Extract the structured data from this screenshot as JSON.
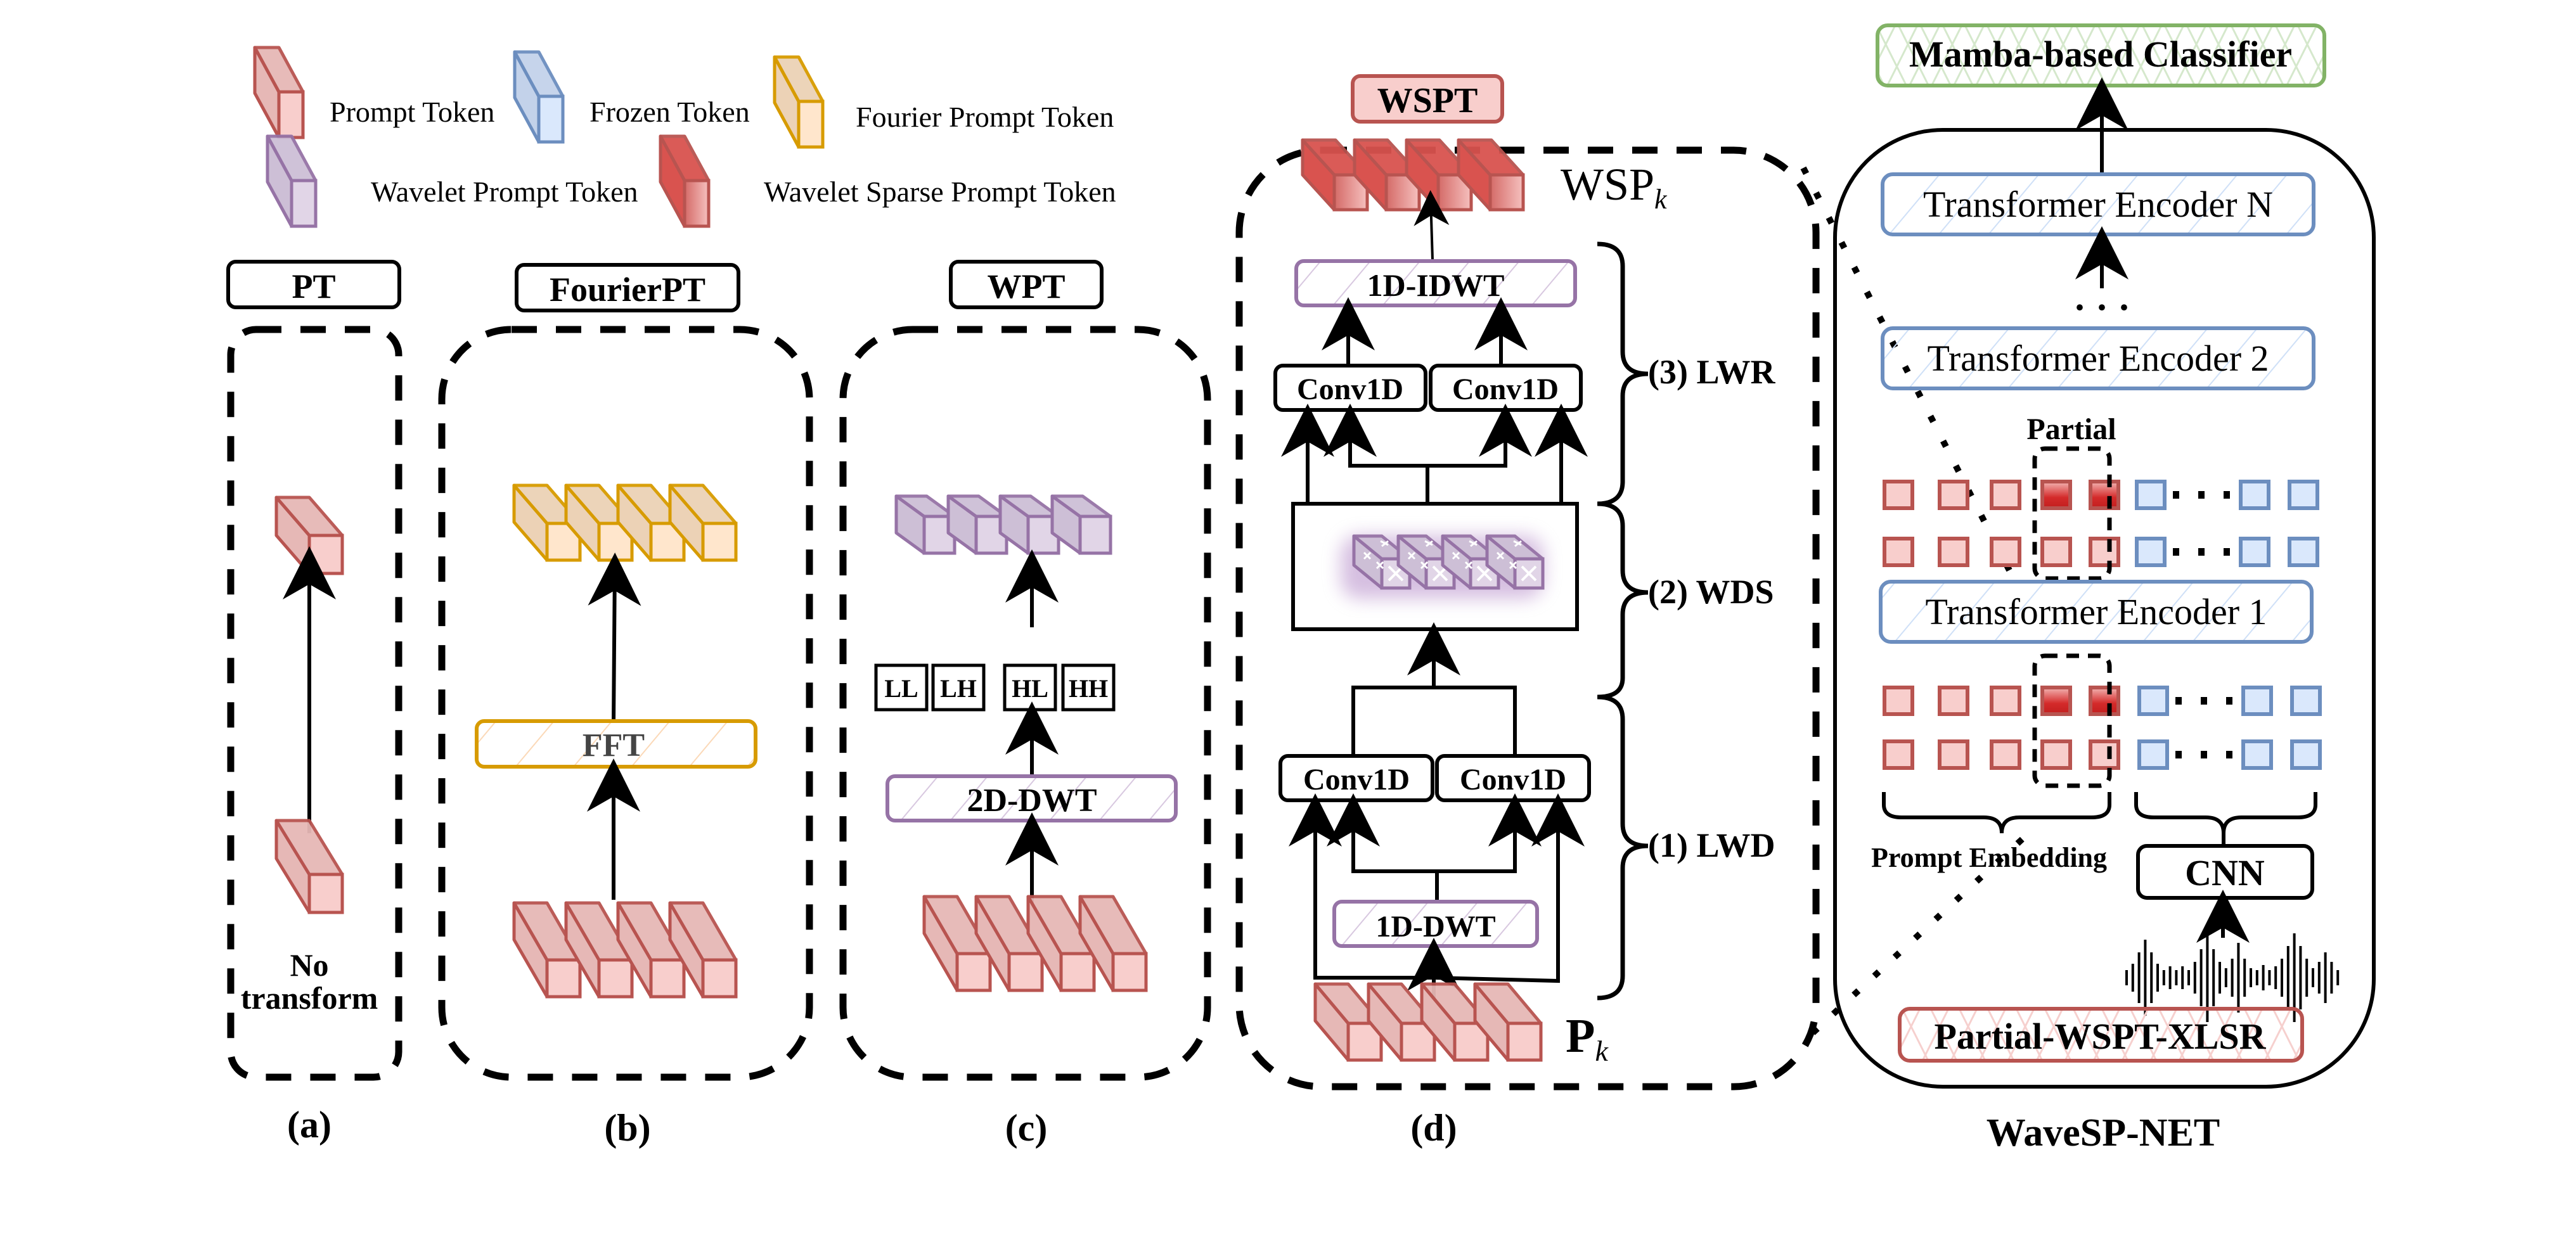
{
  "legend": {
    "items": [
      {
        "label": "Prompt Token",
        "kind": "prompt"
      },
      {
        "label": "Frozen Token",
        "kind": "frozen"
      },
      {
        "label": "Fourier Prompt Token",
        "kind": "fourier"
      },
      {
        "label": "Wavelet Prompt Token",
        "kind": "wavelet"
      },
      {
        "label": "Wavelet Sparse Prompt Token",
        "kind": "sparse"
      }
    ]
  },
  "colors": {
    "prompt_stroke": "#b85450",
    "prompt_fill": "#f8cecc",
    "prompt_side": "#e6b8b6",
    "frozen_stroke": "#6c8ebf",
    "frozen_fill": "#dae8fc",
    "frozen_side": "#c3d2ea",
    "fourier_stroke": "#d79b00",
    "fourier_fill": "#ffe6cc",
    "fourier_side": "#ecd2b6",
    "wavelet_stroke": "#9673a6",
    "wavelet_fill": "#e1d5e7",
    "wavelet_side": "#cdbfd6",
    "sparse_stroke": "#b85450",
    "sparse_fill": "#f2aaa8",
    "sparse_dark": "#d9534f",
    "classifier_stroke": "#82b366"
  },
  "panels": {
    "a": {
      "title": "PT",
      "caption": "(a)",
      "note_line1": "No",
      "note_line2": "transform"
    },
    "b": {
      "title": "FourierPT",
      "caption": "(b)",
      "op": "FFT"
    },
    "c": {
      "title": "WPT",
      "caption": "(c)",
      "op": "2D-DWT",
      "subbands": [
        "LL",
        "LH",
        "HL",
        "HH"
      ]
    },
    "d": {
      "title": "WSPT",
      "caption": "(d)",
      "output_label": "WSP",
      "output_sub": "k",
      "input_label": "P",
      "input_sub": "k",
      "idwt": "1D-IDWT",
      "dwt": "1D-DWT",
      "conv": "Conv1D",
      "stages": [
        "(3) LWR",
        "(2) WDS",
        "(1) LWD"
      ]
    },
    "e": {
      "caption": "WaveSP-NET",
      "classifier": "Mamba-based Classifier",
      "encoders": [
        "Transformer Encoder N",
        "Transformer Encoder 2",
        "Transformer Encoder 1"
      ],
      "partial_label": "Partial",
      "prompt_embedding": "Prompt Embedding",
      "cnn": "CNN",
      "backbone": "Partial-WSPT-XLSR",
      "ellipsis": "· · ·"
    }
  }
}
